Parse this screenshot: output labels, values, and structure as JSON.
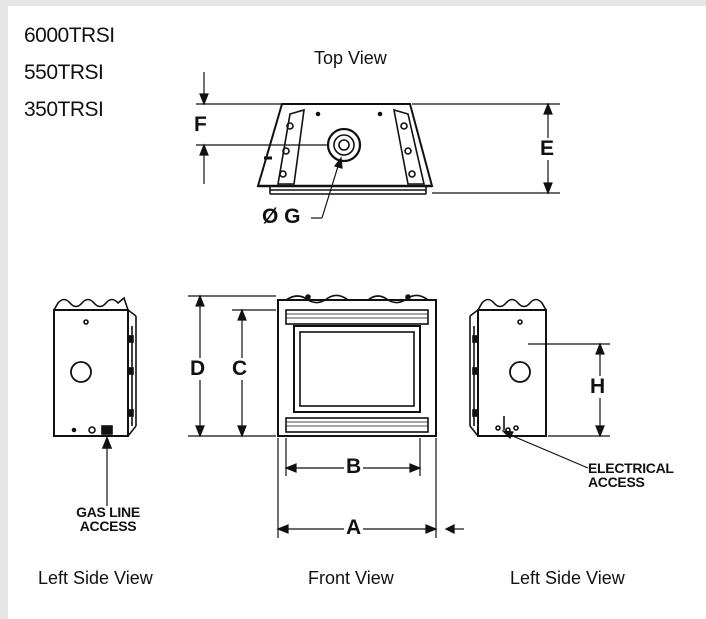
{
  "models": [
    "6000TRSI",
    "550TRSI",
    "350TRSI"
  ],
  "views": {
    "top": "Top View",
    "front": "Front View",
    "left_side": "Left Side View",
    "right_side": "Left Side View"
  },
  "dimensions": {
    "A": "A",
    "B": "B",
    "C": "C",
    "D": "D",
    "E": "E",
    "F": "F",
    "G": "Ø G",
    "H": "H"
  },
  "callouts": {
    "gas_line_access": "GAS LINE ACCESS",
    "electrical_access": "ELECTRICAL ACCESS"
  },
  "colors": {
    "line": "#111111",
    "background": "#ffffff",
    "border": "#e6e6e6"
  }
}
